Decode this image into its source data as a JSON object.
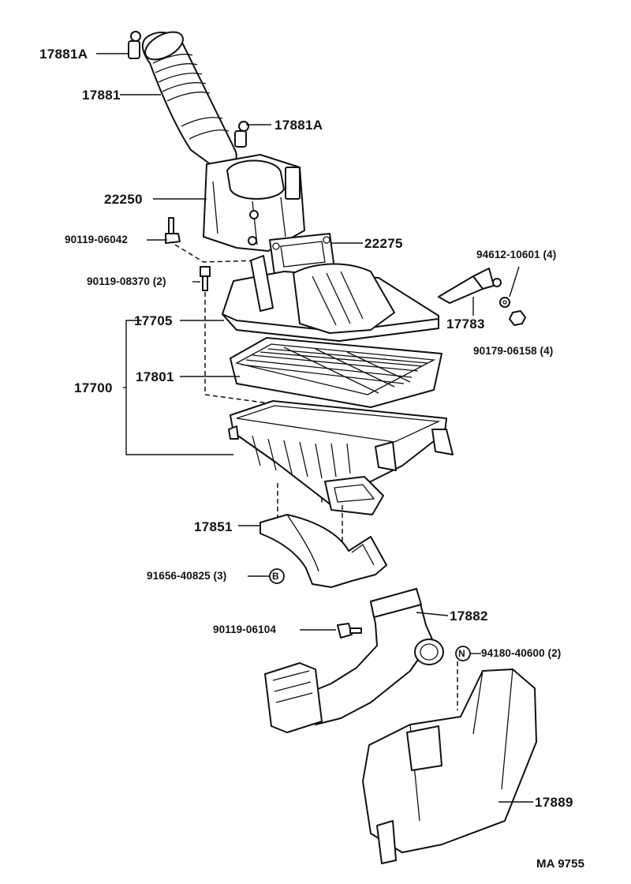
{
  "parts": {
    "p17881A_top": "17881A",
    "p17881": "17881",
    "p17881A_mid": "17881A",
    "p22250": "22250",
    "p90119_06042": "90119-06042",
    "p22275": "22275",
    "p94612": "94612-10601 (4)",
    "p90119_08370": "90119-08370 (2)",
    "p17705": "17705",
    "p17783": "17783",
    "p90179": "90179-06158 (4)",
    "p17700": "17700",
    "p17801": "17801",
    "p17851": "17851",
    "p91656": "91656-40825 (3)",
    "p17882": "17882",
    "p90119_06104": "90119-06104",
    "p94180": "94180-40600 (2)",
    "p17889": "17889"
  },
  "markers": {
    "b": "B",
    "n": "N"
  },
  "footer": {
    "code": "MA 9755"
  }
}
